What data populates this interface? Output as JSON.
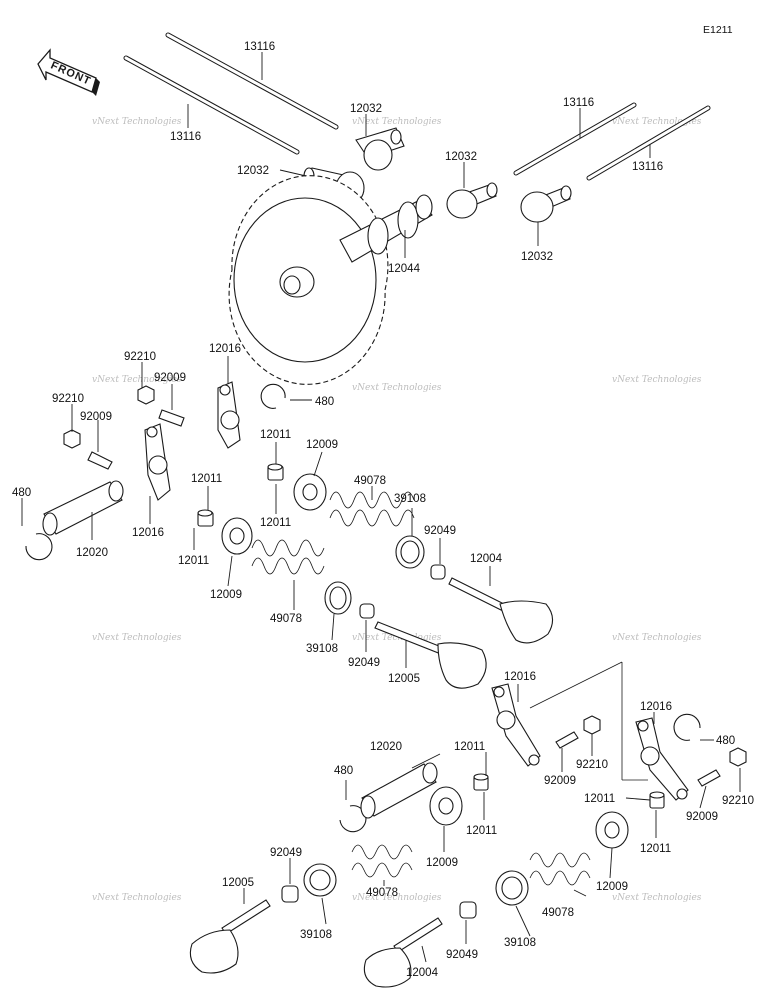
{
  "diagram_code": "E1211",
  "front_label": "FRONT",
  "watermark_text": "vNext Technologies",
  "labels": {
    "l13116a": "13116",
    "l13116b": "13116",
    "l13116c": "13116",
    "l13116d": "13116",
    "l12032a": "12032",
    "l12032b": "12032",
    "l12032c": "12032",
    "l12032d": "12032",
    "l12044": "12044",
    "l92210a": "92210",
    "l92210b": "92210",
    "l92210c": "92210",
    "l92210d": "92210",
    "l92009a": "92009",
    "l92009b": "92009",
    "l92009c": "92009",
    "l92009d": "92009",
    "l12016a": "12016",
    "l12016b": "12016",
    "l12016c": "12016",
    "l12016d": "12016",
    "l480a": "480",
    "l480b": "480",
    "l480c": "480",
    "l480d": "480",
    "l12011a": "12011",
    "l12011b": "12011",
    "l12011c": "12011",
    "l12011d": "12011",
    "l12011e": "12011",
    "l12011f": "12011",
    "l12011g": "12011",
    "l12011h": "12011",
    "l12009a": "12009",
    "l12009b": "12009",
    "l12009c": "12009",
    "l12009d": "12009",
    "l49078a": "49078",
    "l49078b": "49078",
    "l49078c": "49078",
    "l49078d": "49078",
    "l39108a": "39108",
    "l39108b": "39108",
    "l39108c": "39108",
    "l39108d": "39108",
    "l92049a": "92049",
    "l92049b": "92049",
    "l92049c": "92049",
    "l92049d": "92049",
    "l12004a": "12004",
    "l12004b": "12004",
    "l12005a": "12005",
    "l12005b": "12005",
    "l12020a": "12020",
    "l12020b": "12020"
  }
}
